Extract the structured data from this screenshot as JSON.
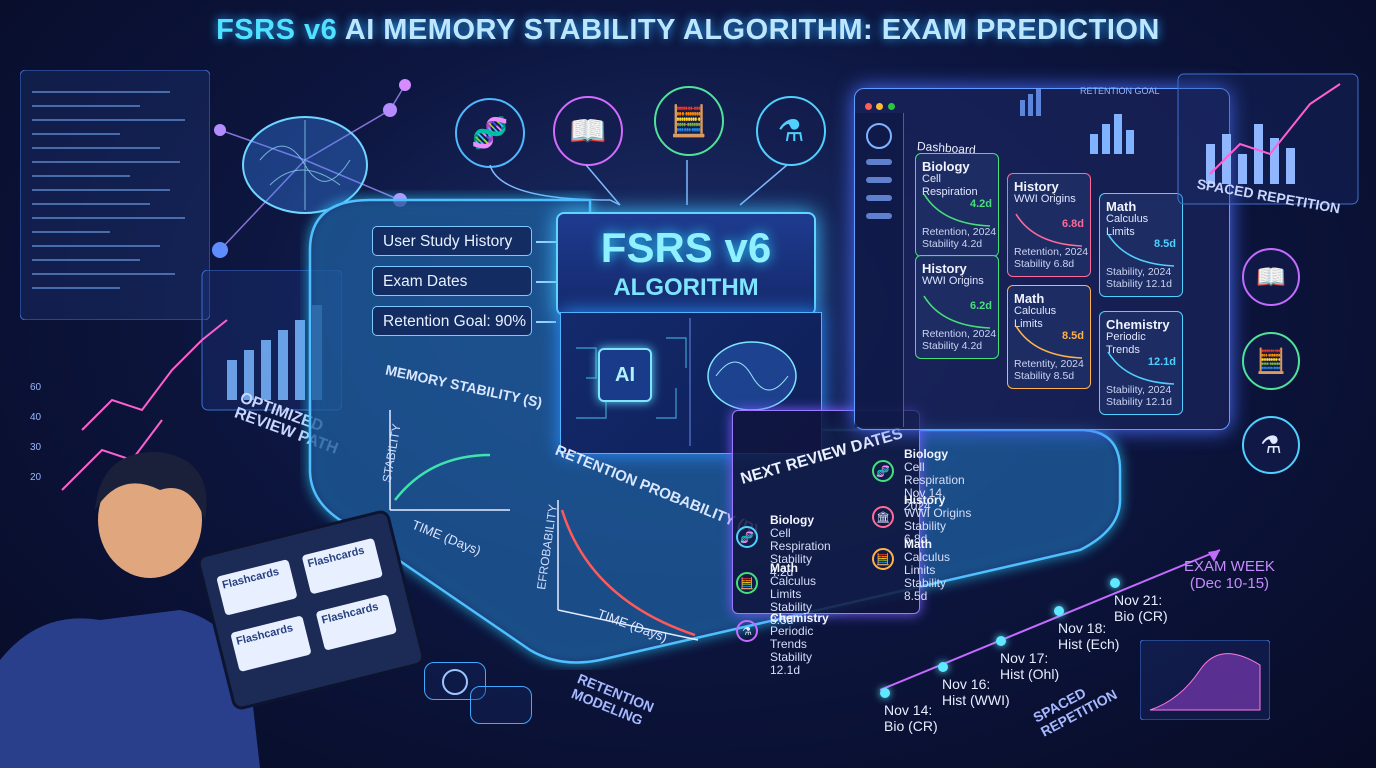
{
  "title": {
    "prefix": "FSRS v6",
    "rest": " AI MEMORY STABILITY ALGORITHM: EXAM PREDICTION"
  },
  "inputs": [
    "User Study History",
    "Exam Dates",
    "Retention Goal: 90%"
  ],
  "algorithm": {
    "name": "FSRS v6",
    "sub": "ALGORITHM",
    "chip": "AI"
  },
  "icons": [
    {
      "name": "dna-icon",
      "glyph": "🧬",
      "color": "#4fb8ff"
    },
    {
      "name": "book-icon",
      "glyph": "📖",
      "color": "#d36bff"
    },
    {
      "name": "calculator-icon",
      "glyph": "🧮",
      "color": "#4fe39a"
    },
    {
      "name": "flask-icon",
      "glyph": "⚗",
      "color": "#4fd0ff"
    }
  ],
  "labels": {
    "optimized": "OPTIMIZED REVIEW PATH",
    "retention_modeling": "RETENTION MODELING",
    "spaced_repetition_top": "SPACED REPETITION",
    "spaced_repetition_bottom": "SPACED REPETITION",
    "retention_goal_small": "RETENTION GOAL"
  },
  "stability_chart": {
    "title": "MEMORY STABILITY (S)",
    "ylabel": "STABILITY",
    "xlabel": "TIME (Days)"
  },
  "retention_chart": {
    "title": "RETENTION PROBABILITY (R)",
    "ylabel": "EFROBABILITY",
    "xlabel": "TIME (Days)"
  },
  "dashboard": {
    "title": "Dashboard",
    "cards": [
      {
        "subject": "Biology",
        "topic": "Cell Respiration",
        "value": "4.2d",
        "footer1": "Retention, 2024",
        "footer2": "Stability 4.2d",
        "color": "#46e07a"
      },
      {
        "subject": "History",
        "topic": "WWI Origins",
        "value": "6.8d",
        "footer1": "Retention, 2024",
        "footer2": "Stability 6.8d",
        "color": "#ff6a9a"
      },
      {
        "subject": "Math",
        "topic": "Calculus Limits",
        "value": "8.5d",
        "footer1": "Stability, 2024",
        "footer2": "Stability 12.1d",
        "color": "#4fd0ff"
      },
      {
        "subject": "History",
        "topic": "WWI Origins",
        "value": "6.2d",
        "footer1": "Retention, 2024",
        "footer2": "Stability 4.2d",
        "color": "#46e07a"
      },
      {
        "subject": "Math",
        "topic": "Calculus Limits",
        "value": "8.5d",
        "footer1": "Retentity, 2024",
        "footer2": "Stability 8.5d",
        "color": "#ffb24a"
      },
      {
        "subject": "Chemistry",
        "topic": "Periodic Trends",
        "value": "12.1d",
        "footer1": "Stability, 2024",
        "footer2": "Stability 12.1d",
        "color": "#4fd0ff"
      }
    ]
  },
  "review": {
    "title": "NEXT REVIEW DATES",
    "left": [
      {
        "subject": "Biology",
        "line1": "Cell Respiration",
        "line2": "Stability 4.2d",
        "color": "#4fd0ff",
        "glyph": "🧬"
      },
      {
        "subject": "Math",
        "line1": "Calculus Limits",
        "line2": "Stability 8.5d",
        "color": "#46e07a",
        "glyph": "🧮"
      },
      {
        "subject": "Chemistry",
        "line1": "Periodic Trends",
        "line2": "Stability 12.1d",
        "color": "#c46bff",
        "glyph": "⚗"
      }
    ],
    "right": [
      {
        "subject": "Biology",
        "line1": "Cell Respiration",
        "line2": "Nov 14, 2024",
        "color": "#46e07a",
        "glyph": "🧬"
      },
      {
        "subject": "History",
        "line1": "WWI Origins",
        "line2": "Stability 6.8d",
        "color": "#ff6a9a",
        "glyph": "🏛"
      },
      {
        "subject": "Math",
        "line1": "Calculus Limits",
        "line2": "Stability 8.5d",
        "color": "#ffb24a",
        "glyph": "🧮"
      }
    ]
  },
  "timeline": [
    {
      "date": "Nov 14:",
      "item": "Bio (CR)"
    },
    {
      "date": "Nov 16:",
      "item": "Hist (WWI)"
    },
    {
      "date": "Nov 17:",
      "item": "Hist (Ohl)"
    },
    {
      "date": "Nov 18:",
      "item": "Hist (Ech)"
    },
    {
      "date": "Nov 21:",
      "item": "Bio (CR)"
    }
  ],
  "exam": {
    "label": "EXAM WEEK",
    "dates": "(Dec 10-15)"
  },
  "tablet": {
    "cards": [
      "Flashcards",
      "Flashcards",
      "Flashcards",
      "Flashcards"
    ]
  }
}
